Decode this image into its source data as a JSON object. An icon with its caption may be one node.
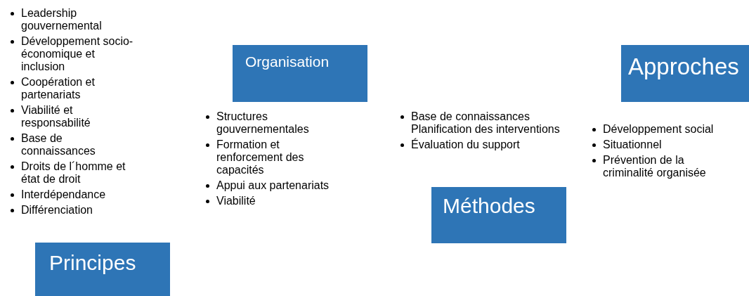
{
  "diagram": {
    "nodes": [
      {
        "text": [
          "Principes"
        ],
        "beside": [
          "Leadership gouvernemental",
          "Développement socio-économique et inclusion",
          "Coopération et partenariats",
          "Viabilité et responsabilité",
          "Base de connaissances",
          "Droits de l´homme et état de droit",
          "Interdépendance",
          "Différenciation"
        ]
      },
      {
        "text": [
          "Organisation"
        ],
        "beside": [
          "Structures gouvernementales",
          "Formation et renforcement des capacités",
          "Appui aux partenariats",
          "Viabilité"
        ]
      },
      {
        "text": [
          "Méthodes"
        ],
        "beside": [
          "Base de connaissances Planification des interventions",
          "Évaluation du support"
        ]
      },
      {
        "text": [
          "Approches"
        ],
        "beside": [
          "Développement social",
          "Situationnel",
          "Prévention de la criminalité organisée"
        ]
      }
    ]
  }
}
